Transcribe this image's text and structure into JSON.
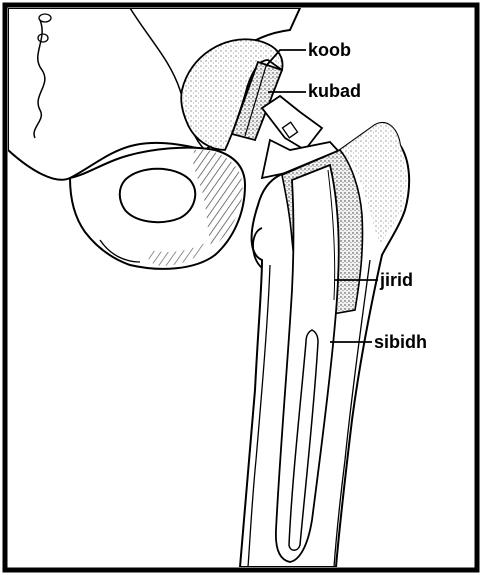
{
  "labels": {
    "cup": "koob",
    "liner": "kubad",
    "cement": "jirid",
    "stem": "sibidh"
  },
  "colors": {
    "ink": "#000000",
    "paper": "#ffffff",
    "stipple": "#d9d9d9"
  }
}
